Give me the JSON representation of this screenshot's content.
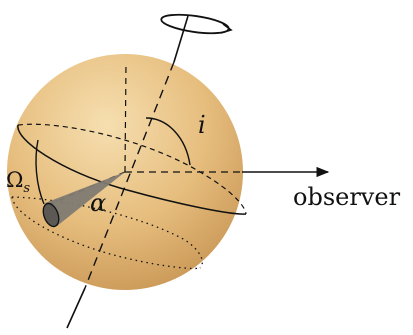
{
  "labels": {
    "inclination": "i",
    "spot_angle": "α",
    "spot_latitude": "Ω",
    "spot_latitude_sub": "s",
    "observer": "observer"
  },
  "colors": {
    "sphere_light": "#f3d9a6",
    "sphere_mid": "#e3b775",
    "sphere_dark": "#c08e4b",
    "line": "#111111",
    "spot_cone": "#7f7a72",
    "spot_cap": "#5c5955",
    "background": "#ffffff"
  }
}
